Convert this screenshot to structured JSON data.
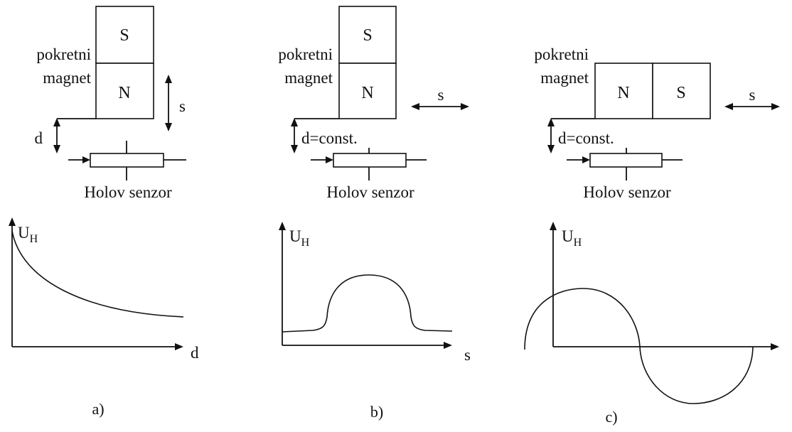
{
  "panels": [
    {
      "id": "a",
      "magnet_label_line1": "pokretni",
      "magnet_label_line2": "magnet",
      "pole_top": "S",
      "pole_bottom": "N",
      "motion_label": "s",
      "distance_label": "d",
      "sensor_label": "Holov senzor",
      "graph_y_label": "U",
      "graph_y_sub": "H",
      "graph_x_label": "d",
      "caption": "a)"
    },
    {
      "id": "b",
      "magnet_label_line1": "pokretni",
      "magnet_label_line2": "magnet",
      "pole_top": "S",
      "pole_bottom": "N",
      "motion_label": "s",
      "distance_label": "d=const.",
      "sensor_label": "Holov senzor",
      "graph_y_label": "U",
      "graph_y_sub": "H",
      "graph_x_label": "s",
      "caption": "b)"
    },
    {
      "id": "c",
      "magnet_label_line1": "pokretni",
      "magnet_label_line2": "magnet",
      "pole_left": "N",
      "pole_right": "S",
      "motion_label": "s",
      "distance_label": "d=const.",
      "sensor_label": "Holov senzor",
      "graph_y_label": "U",
      "graph_y_sub": "H",
      "caption": "c)"
    }
  ]
}
